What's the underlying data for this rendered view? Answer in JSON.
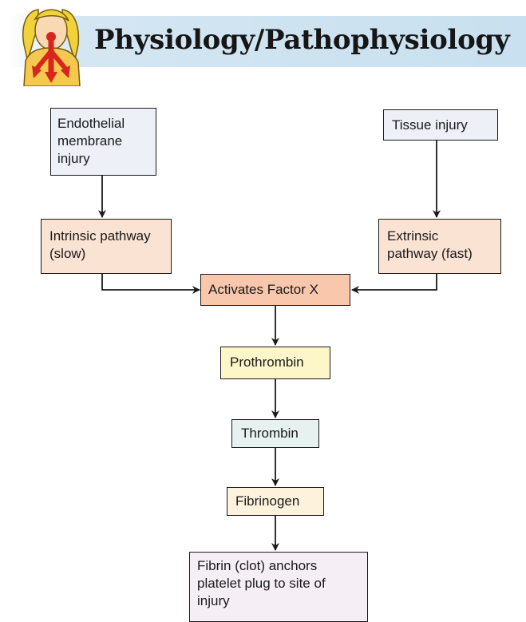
{
  "header": {
    "title": "Physiology/Pathophysiology",
    "icon": "nurse-figure-icon"
  },
  "nodes": {
    "endothelial": "Endothelial membrane injury",
    "tissue": "Tissue injury",
    "intrinsic": "Intrinsic pathway (slow)",
    "extrinsic": "Extrinsic pathway (fast)",
    "factor_x": "Activates Factor X",
    "prothrombin": "Prothrombin",
    "thrombin": "Thrombin",
    "fibrinogen": "Fibrinogen",
    "fibrin": "Fibrin (clot) anchors platelet plug to site of injury"
  },
  "edges": [
    [
      "endothelial",
      "intrinsic"
    ],
    [
      "tissue",
      "extrinsic"
    ],
    [
      "intrinsic",
      "factor_x"
    ],
    [
      "extrinsic",
      "factor_x"
    ],
    [
      "factor_x",
      "prothrombin"
    ],
    [
      "prothrombin",
      "thrombin"
    ],
    [
      "thrombin",
      "fibrinogen"
    ],
    [
      "fibrinogen",
      "fibrin"
    ]
  ],
  "colors": {
    "injury_box": "#eef0f8",
    "pathway_box": "#fbe3d4",
    "factor_x_box": "#f9c8ac",
    "prothrombin_box": "#fdf6c8",
    "thrombin_box": "#e7f1ef",
    "fibrinogen_box": "#fdf3dc",
    "fibrin_box": "#f6eef5",
    "banner": "#c8e0ef"
  }
}
